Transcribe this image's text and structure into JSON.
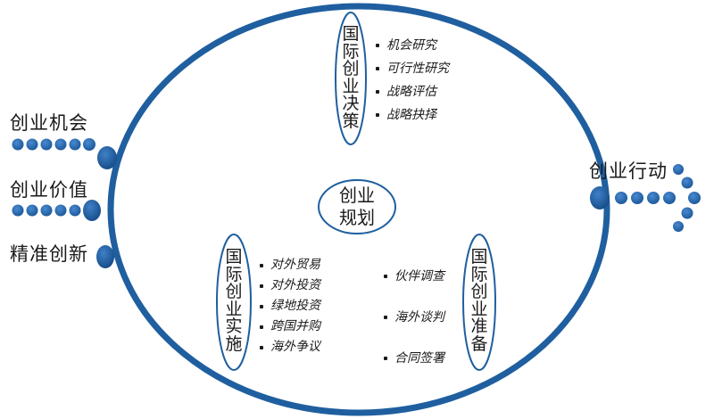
{
  "inputs": [
    {
      "label": "创业机会"
    },
    {
      "label": "创业价值"
    },
    {
      "label": "精准创新"
    }
  ],
  "output": {
    "label": "创业行动"
  },
  "center": {
    "line1": "创业",
    "line2": "规划"
  },
  "decision": {
    "title": [
      "国",
      "际",
      "创",
      "业",
      "决",
      "策"
    ],
    "items": [
      "机会研究",
      "可行性研究",
      "战略评估",
      "战略抉择"
    ]
  },
  "implementation": {
    "title": [
      "国",
      "际",
      "创",
      "业",
      "实",
      "施"
    ],
    "items": [
      "对外贸易",
      "对外投资",
      "绿地投资",
      "跨国并购",
      "海外争议"
    ]
  },
  "preparation": {
    "title": [
      "国",
      "际",
      "创",
      "业",
      "准",
      "备"
    ],
    "items": [
      "伙伴调查",
      "海外谈判",
      "合同签署"
    ]
  },
  "colors": {
    "ring": "#1f5f9f",
    "dot": "#2a6cb0",
    "ellipse_stroke": "#1f5f9f"
  }
}
